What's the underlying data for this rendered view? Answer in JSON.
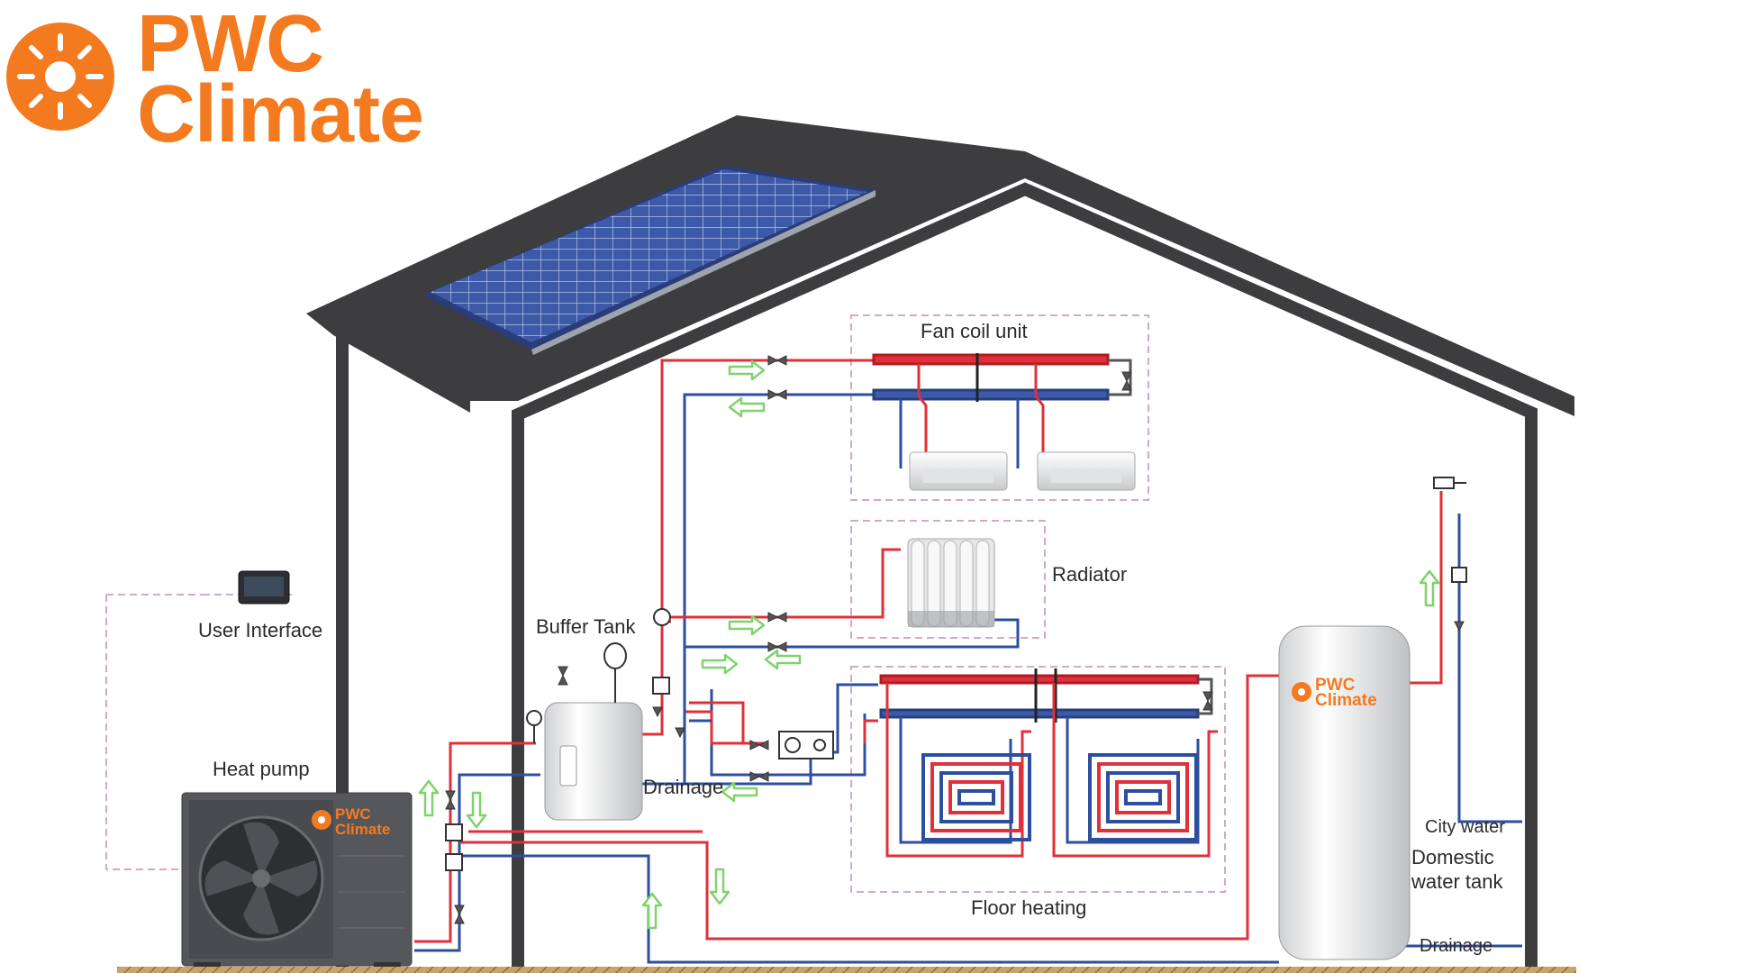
{
  "brand": {
    "line1": "PWC",
    "line2": "Climate",
    "color": "#f47a20",
    "icon": "sun-icon"
  },
  "labels": {
    "fan_coil_unit": "Fan coil unit",
    "radiator": "Radiator",
    "buffer_tank": "Buffer Tank",
    "user_interface": "User Interface",
    "heat_pump": "Heat pump",
    "drainage_buffer": "Drainage",
    "floor_heating": "Floor heating",
    "city_water": "City water",
    "domestic_water_tank_line1": "Domestic",
    "domestic_water_tank_line2": "water tank",
    "drainage_tank": "Drainage"
  },
  "colors": {
    "roof": "#3d3d3f",
    "hot_pipe": "#e0303a",
    "cold_pipe": "#2c4f9e",
    "flow_arrow": "#7ed36a",
    "zone_border": "#d6a8c8",
    "heat_pump_body": "#55575a",
    "ground": "#c7a56a"
  },
  "icons": [
    "solar-panel-icon",
    "controller-icon",
    "fan-icon",
    "valve-icon",
    "pump-icon",
    "faucet-icon",
    "flow-arrow-icon"
  ]
}
